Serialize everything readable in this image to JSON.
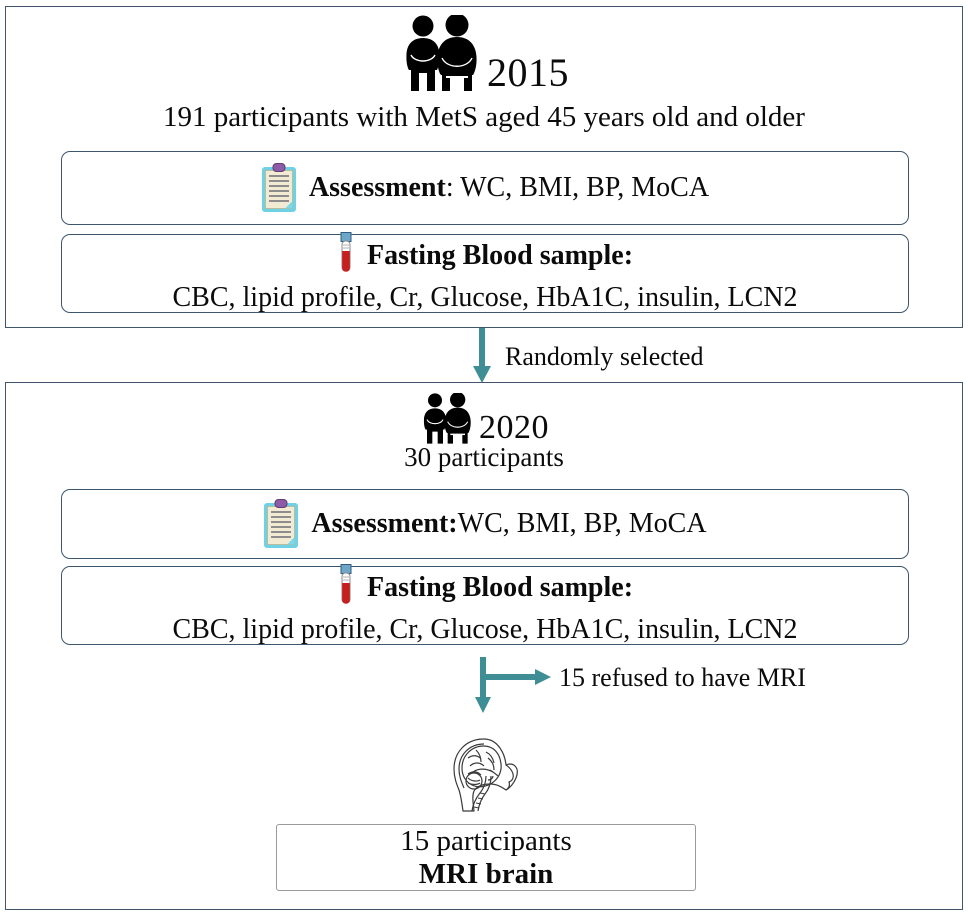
{
  "figure": {
    "type": "study-flowchart",
    "accent_color": "#3f8e95",
    "container_border_color": "#42566b",
    "card_border_color": "#3d566e",
    "result_border_color": "#9a9a9a",
    "text_color": "#0b0b0b"
  },
  "stage_2015": {
    "year": "2015",
    "people_icon": "two-obese-people-icon",
    "headline": "191 participants with MetS aged 45 years old and older",
    "assessment_card": {
      "icon": "clipboard-icon",
      "label_bold": "Assessment",
      "label_rest": ": WC, BMI, BP, MoCA"
    },
    "blood_card": {
      "icon": "blood-tube-icon",
      "title": "Fasting Blood sample:",
      "details": "CBC, lipid profile, Cr, Glucose, HbA1C, insulin, LCN2"
    }
  },
  "connector_randomly": {
    "label": "Randomly selected",
    "arrow": "down-arrow"
  },
  "stage_2020": {
    "year": "2020",
    "people_icon": "two-obese-people-icon",
    "headline": "30 participants",
    "assessment_card": {
      "icon": "clipboard-icon",
      "label_bold": "Assessment:",
      "label_rest": " WC, BMI, BP, MoCA"
    },
    "blood_card": {
      "icon": "blood-tube-icon",
      "title": "Fasting Blood sample:",
      "details": "CBC, lipid profile, Cr, Glucose, HbA1C, insulin, LCN2"
    },
    "connector_refused": {
      "label": "15 refused to have MRI",
      "arrow": "down-and-right-branch-arrow"
    },
    "brain_icon": "head-brain-sagittal-icon",
    "result_box": {
      "line1": "15 participants",
      "line2": "MRI brain"
    }
  }
}
